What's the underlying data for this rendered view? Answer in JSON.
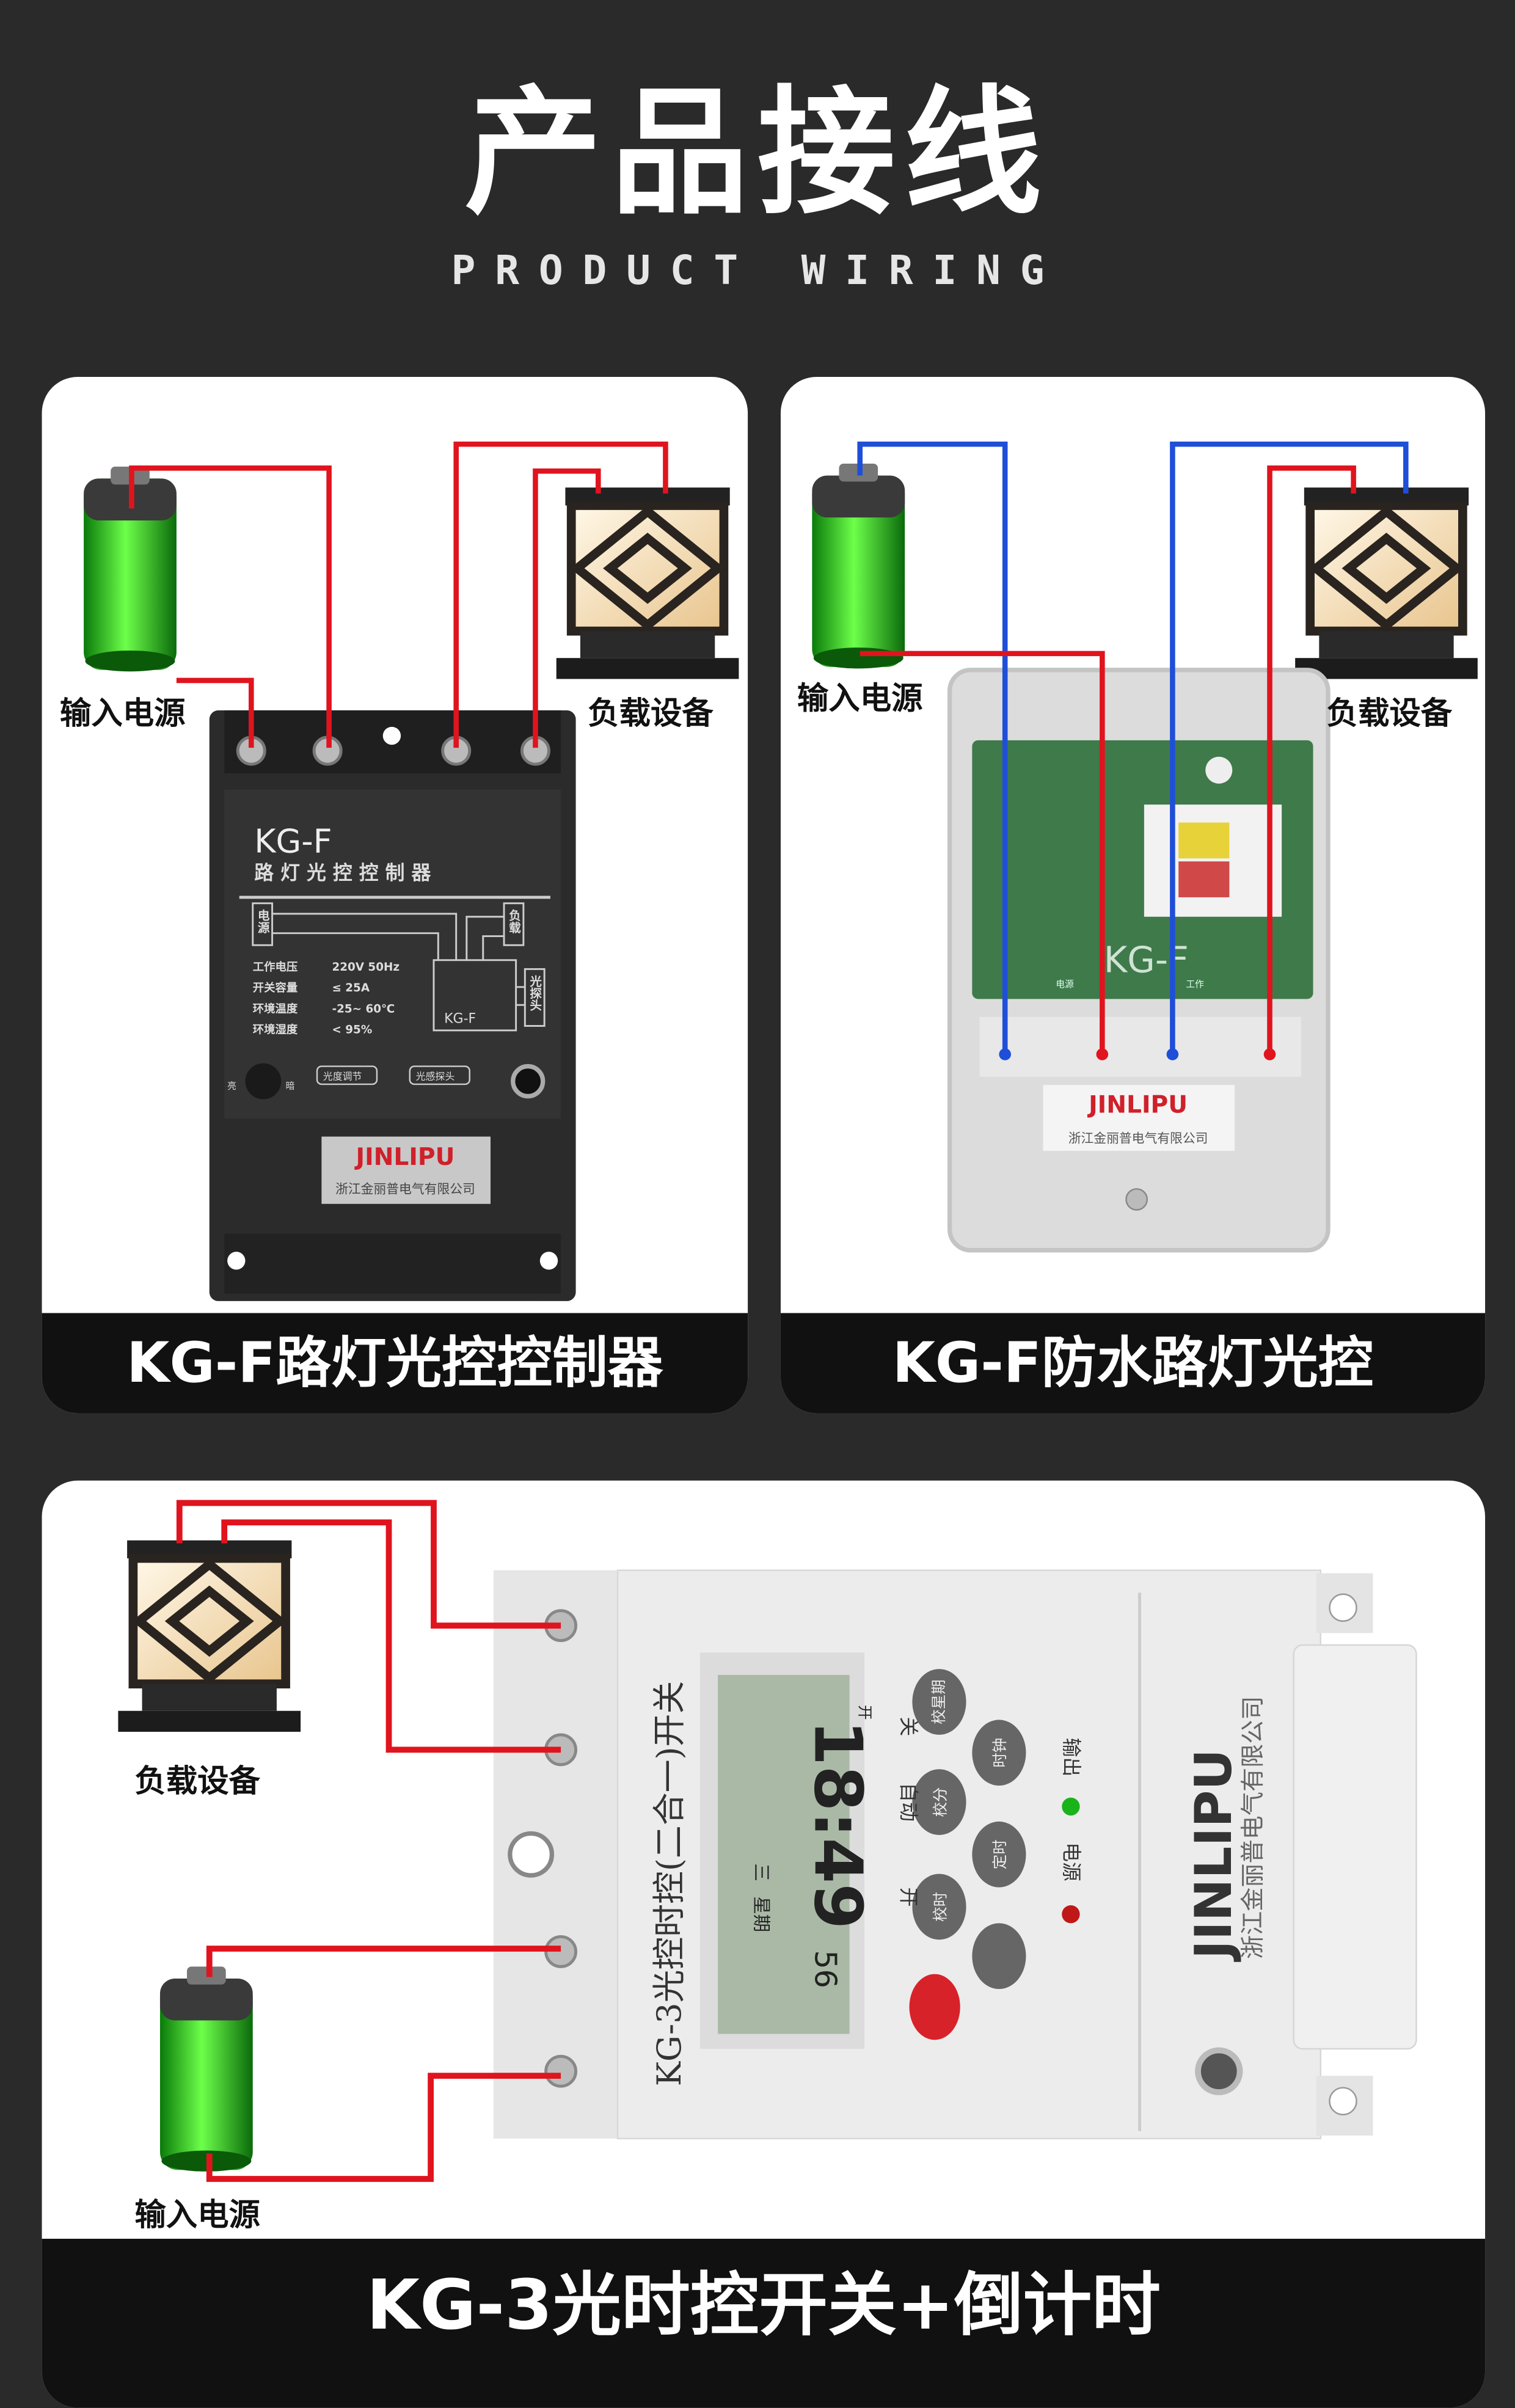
{
  "header": {
    "title": "产品接线",
    "subtitle": "PRODUCT WIRING"
  },
  "colors": {
    "background": "#2a2a2a",
    "wire_red": "#e0141e",
    "wire_blue": "#1f4fd8",
    "brand_red": "#d0202a"
  },
  "cards": [
    {
      "caption": "KG-F路灯光控控制器",
      "input_label": "输入电源",
      "load_label": "负载设备",
      "device": {
        "model": "KG-F",
        "name": "路 灯 光 控 控 制 器",
        "terminal_power": "电源",
        "terminal_load": "负载",
        "sensor": "光探头",
        "specs": [
          {
            "k": "工作电压",
            "v": "220V 50Hz"
          },
          {
            "k": "开关容量",
            "v": "≤ 25A"
          },
          {
            "k": "环境温度",
            "v": "-25~ 60℃"
          },
          {
            "k": "环境湿度",
            "v": "<   95%"
          }
        ],
        "knob_left": "亮",
        "knob_right": "暗",
        "adjust_label": "光度调节",
        "probe_label": "光感探头",
        "brand": "JINLIPU",
        "company": "浙江金丽普电气有限公司"
      }
    },
    {
      "caption": "KG-F防水路灯光控",
      "input_label": "输入电源",
      "load_label": "负载设备",
      "device": {
        "pcb_mark": "KG-F",
        "pcb_left": "电源",
        "pcb_right": "工作",
        "brand": "JINLIPU",
        "company": "浙江金丽普电气有限公司"
      }
    },
    {
      "caption": "KG-3光时控开关+倒计时",
      "input_label": "输入电源",
      "load_label": "负载设备",
      "device": {
        "name": "KG-3光控时控(二合一)开关",
        "lcd": {
          "time": "18:49",
          "seconds": "56",
          "week_label": "星期",
          "weekday": "三",
          "state": "开"
        },
        "buttons": [
          "校星期",
          "时钟",
          "校分",
          "定时",
          "校时"
        ],
        "mode_labels": [
          "关",
          "自动",
          "开"
        ],
        "led_output": "输出",
        "led_power": "电源",
        "brand": "JINLIPU",
        "company": "浙江金丽普电气有限公司"
      }
    }
  ]
}
